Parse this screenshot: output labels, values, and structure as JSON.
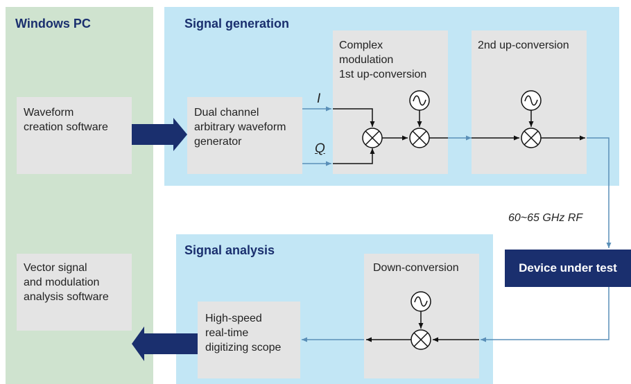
{
  "windows_pc": {
    "title": "Windows PC"
  },
  "signal_generation": {
    "title": "Signal generation"
  },
  "signal_analysis": {
    "title": "Signal analysis"
  },
  "blocks": {
    "waveform_creation": "Waveform\ncreation software",
    "awg": "Dual channel\narbitrary waveform\ngenerator",
    "complex_mod": "Complex\nmodulation\n1st up-conversion",
    "second_up": "2nd up-conversion",
    "vsa": "Vector signal\nand modulation\nanalysis software",
    "scope": "High-speed\nreal-time\ndigitizing scope",
    "down_conv": "Down-conversion"
  },
  "labels": {
    "i": "I",
    "q": "Q",
    "rf": "60~65 GHz RF"
  },
  "dut": {
    "label": "Device under test"
  },
  "colors": {
    "navy": "#1a2f6e",
    "line_blue": "#5a8fb8",
    "green": "#cfe3cf",
    "blue": "#c2e6f5",
    "grey": "#e4e4e4"
  }
}
